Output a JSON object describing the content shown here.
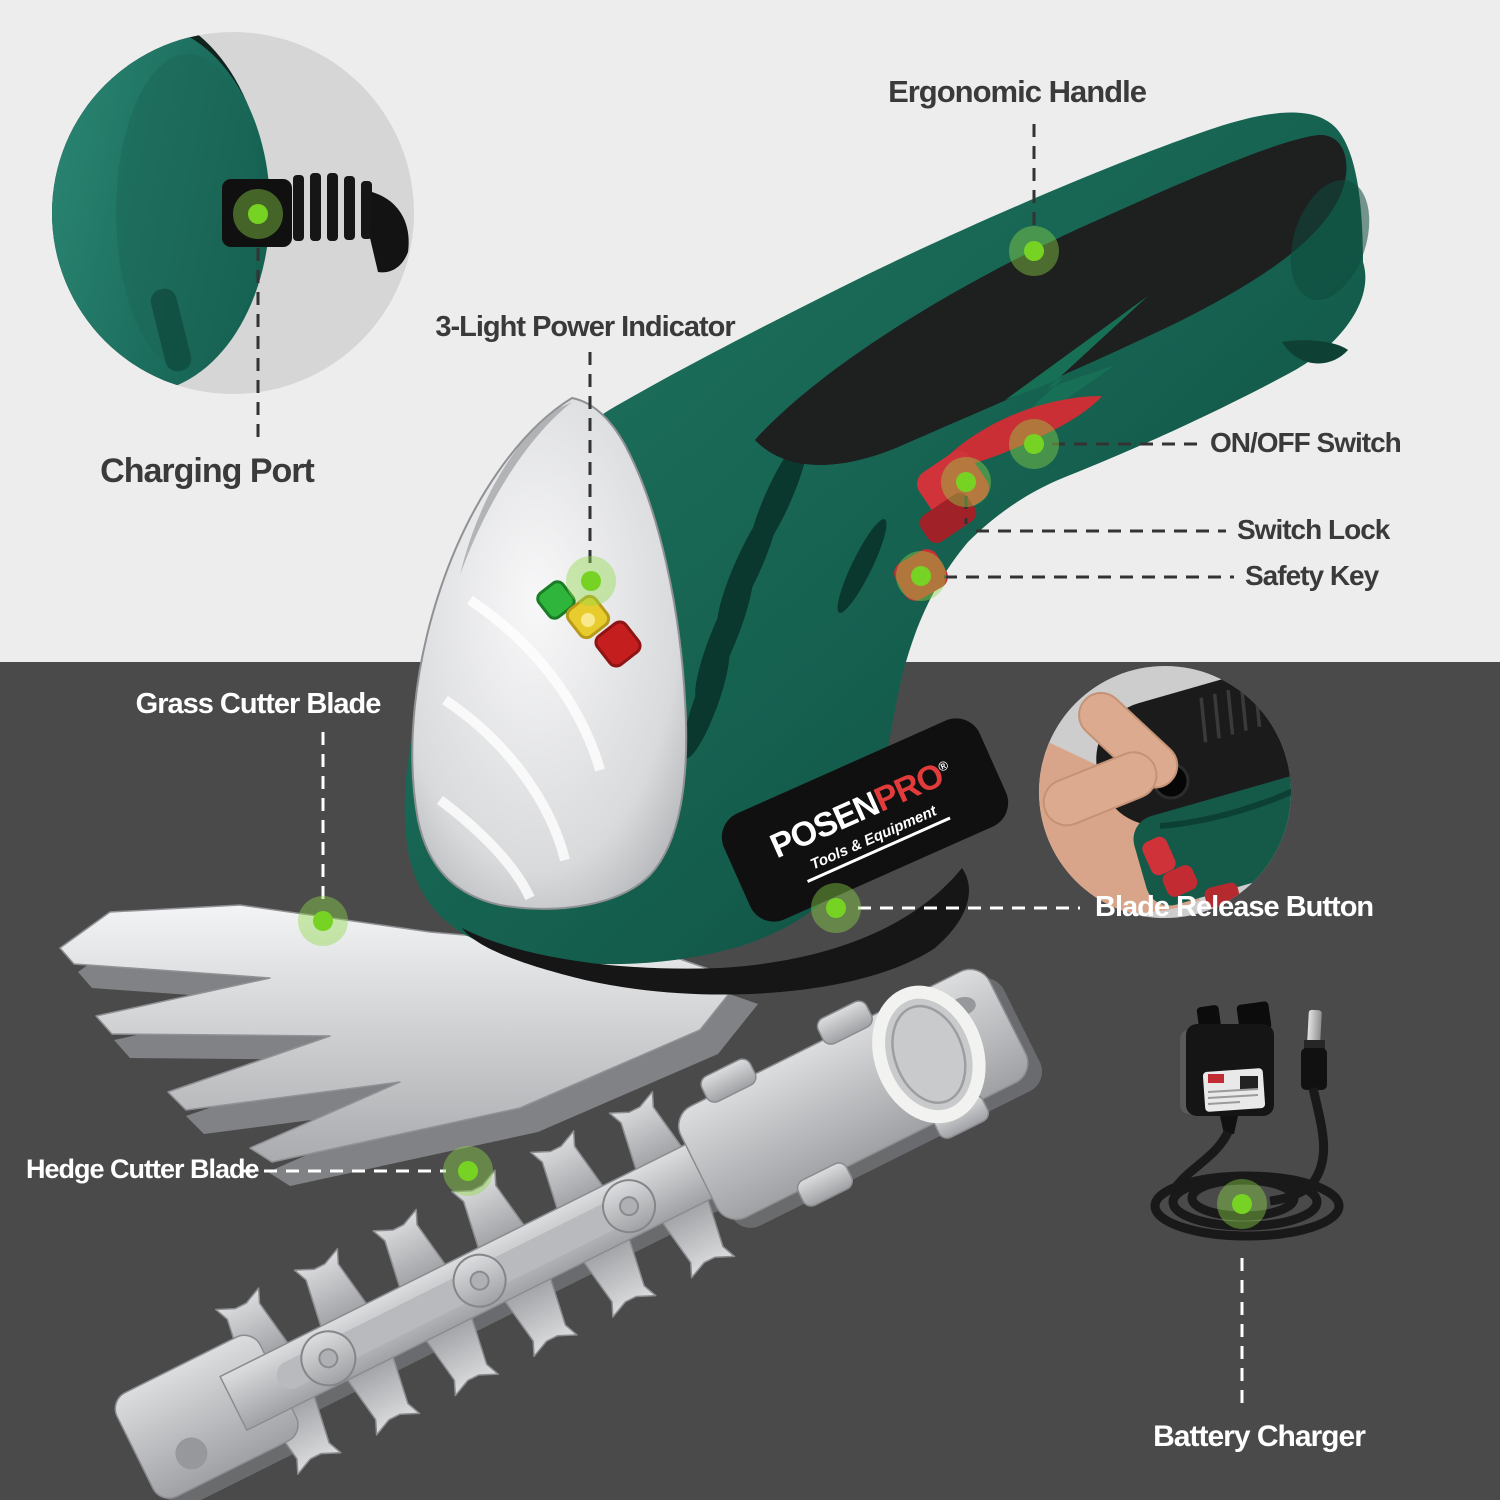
{
  "scene": {
    "background_light": "#ededed",
    "background_dark": "#4a4a4a",
    "tool_green": "#176353",
    "accent_red": "#cc2f35",
    "glow_green": "#76d323",
    "indicator_green": "#2fb43c",
    "indicator_yellow": "#e8cb2c",
    "indicator_red": "#c41e1e"
  },
  "callouts": {
    "ergonomic_handle": {
      "label": "Ergonomic Handle"
    },
    "charging_port": {
      "label": "Charging Port"
    },
    "power_indicator": {
      "label": "3-Light Power Indicator"
    },
    "on_off_switch": {
      "label": "ON/OFF Switch"
    },
    "switch_lock": {
      "label": "Switch Lock"
    },
    "safety_key": {
      "label": "Safety Key"
    },
    "grass_cutter_blade": {
      "label": "Grass Cutter Blade"
    },
    "blade_release_button": {
      "label": "Blade Release Button"
    },
    "hedge_cutter_blade": {
      "label": "Hedge Cutter Blade"
    },
    "battery_charger": {
      "label": "Battery Charger"
    }
  },
  "brand": {
    "primary": "POSEN",
    "secondary": "PRO",
    "registered": "®",
    "tagline": "Tools & Equipment"
  }
}
